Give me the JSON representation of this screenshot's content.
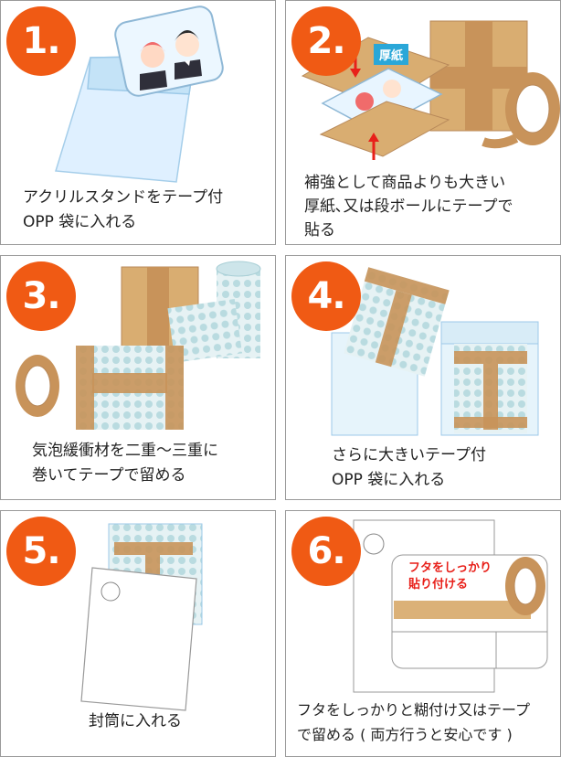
{
  "steps": [
    {
      "num": "1.",
      "line1": "アクリルスタンドをテープ付",
      "line2": "OPP 袋に入れる",
      "line3": ""
    },
    {
      "num": "2.",
      "line1": "補強として商品よりも大きい",
      "line2": "厚紙､又は段ボールにテープで",
      "line3": "貼る",
      "tag": "厚紙"
    },
    {
      "num": "3.",
      "line1": "気泡緩衝材を二重〜三重に",
      "line2": "巻いてテープで留める",
      "line3": ""
    },
    {
      "num": "4.",
      "line1": "さらに大きいテープ付",
      "line2": "OPP 袋に入れる",
      "line3": ""
    },
    {
      "num": "5.",
      "line1": "封筒に入れる",
      "line2": "",
      "line3": ""
    },
    {
      "num": "6.",
      "line1": "フタをしっかりと糊付け又はテープ",
      "line2": "で留める ( 両方行うと安心です )",
      "line3": "",
      "callout1": "フタをしっかり",
      "callout2": "貼り付ける"
    }
  ],
  "colors": {
    "accent": "#f05a14",
    "cardboard": "#d4a66a",
    "tape": "#c8935a",
    "callout": "#e8201a",
    "bubble": "#cfe6ea"
  }
}
